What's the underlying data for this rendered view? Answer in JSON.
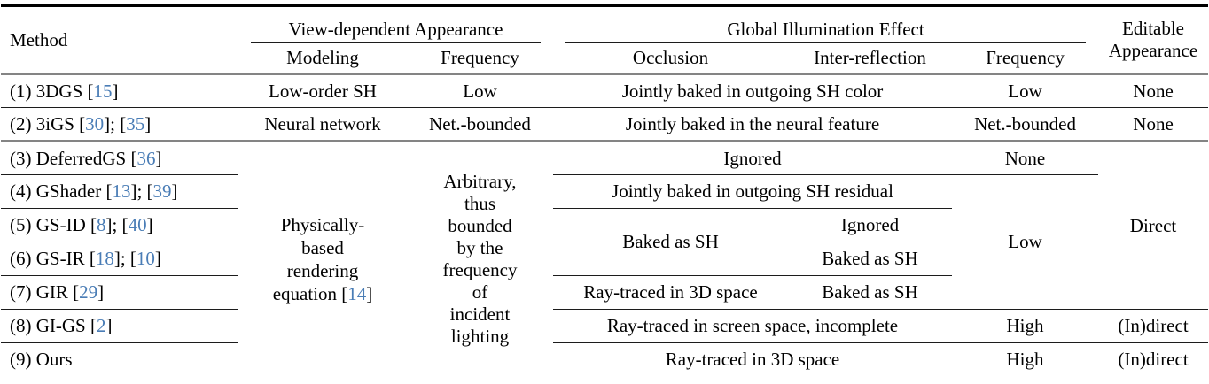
{
  "colors": {
    "cite_blue": "#4a7db6",
    "rule_heavy": "#848484",
    "rule_dark": "#1c1c1c",
    "rule_top": "#000000"
  },
  "header": {
    "method": "Method",
    "view_dependent": "View-dependent Appearance",
    "global_illumination": "Global Illumination Effect",
    "editable_line1": "Editable",
    "editable_line2": "Appearance",
    "modeling": "Modeling",
    "vd_frequency": "Frequency",
    "occlusion": "Occlusion",
    "inter_reflection": "Inter-reflection",
    "gi_frequency": "Frequency"
  },
  "merged": {
    "modeling_l1": "Physically-",
    "modeling_l2": "based",
    "modeling_l3": "rendering",
    "modeling_l4_pre": "equation [",
    "modeling_cite": "14",
    "modeling_l4_post": "]",
    "vdfreq_l1": "Arbitrary,",
    "vdfreq_l2": "thus",
    "vdfreq_l3": "bounded",
    "vdfreq_l4": "by the",
    "vdfreq_l5": "frequency",
    "vdfreq_l6": "of",
    "vdfreq_l7": "incident",
    "vdfreq_l8": "lighting",
    "gi_frequency_low": "Low",
    "editable_direct": "Direct"
  },
  "rows": {
    "r1": {
      "pre": "(1) 3DGS [",
      "c1": "15",
      "post": "]",
      "modeling": "Low-order SH",
      "vd_freq": "Low",
      "gi": "Jointly baked in outgoing SH color",
      "gi_freq": "Low",
      "editable": "None"
    },
    "r2": {
      "pre": "(2) 3iGS [",
      "c1": "30",
      "mid": "]; [",
      "c2": "35",
      "post": "]",
      "modeling": "Neural network",
      "vd_freq": "Net.-bounded",
      "gi": "Jointly baked in the neural feature",
      "gi_freq": "Net.-bounded",
      "editable": "None"
    },
    "r3": {
      "pre": "(3) DeferredGS [",
      "c1": "36",
      "post": "]",
      "gi": "Ignored",
      "gi_freq": "None"
    },
    "r4": {
      "pre": "(4) GShader [",
      "c1": "13",
      "mid": "]; [",
      "c2": "39",
      "post": "]",
      "gi": "Jointly baked in outgoing SH residual"
    },
    "r5": {
      "pre": "(5) GS-ID [",
      "c1": "8",
      "mid": "]; [",
      "c2": "40",
      "post": "]",
      "occlusion": "Baked as SH",
      "inter": "Ignored"
    },
    "r6": {
      "pre": "(6) GS-IR [",
      "c1": "18",
      "mid": "]; [",
      "c2": "10",
      "post": "]",
      "inter": "Baked as SH"
    },
    "r7": {
      "pre": "(7) GIR [",
      "c1": "29",
      "post": "]",
      "occlusion": "Ray-traced in 3D space",
      "inter": "Baked as SH"
    },
    "r8": {
      "pre": "(8) GI-GS [",
      "c1": "2",
      "post": "]",
      "gi": "Ray-traced in screen space, incomplete",
      "gi_freq": "High",
      "editable": "(In)direct"
    },
    "r9": {
      "pre": "(9) Ours",
      "gi": "Ray-traced in 3D space",
      "gi_freq": "High",
      "editable": "(In)direct"
    }
  }
}
